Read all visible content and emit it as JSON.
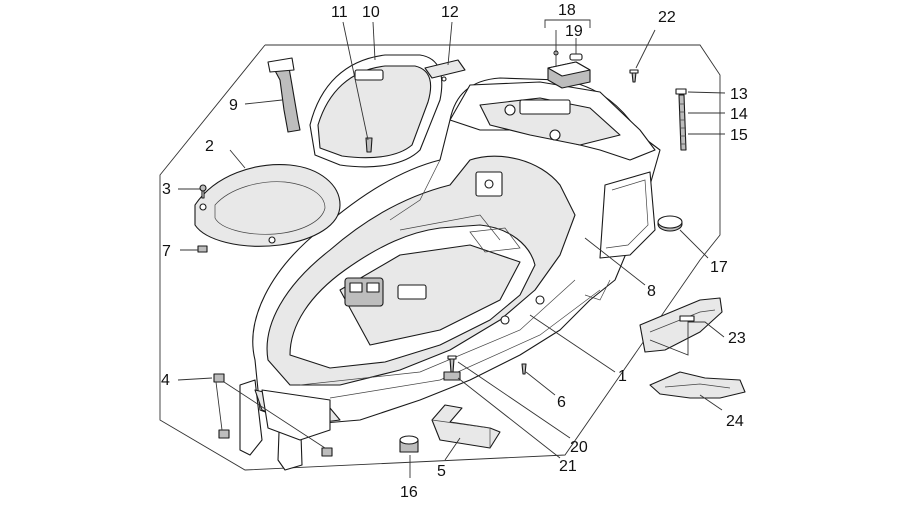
{
  "diagram": {
    "callouts": [
      "1",
      "2",
      "3",
      "4",
      "5",
      "6",
      "7",
      "8",
      "9",
      "10",
      "11",
      "12",
      "13",
      "14",
      "15",
      "16",
      "17",
      "18",
      "19",
      "20",
      "21",
      "22",
      "23",
      "24"
    ]
  },
  "colors": {
    "line": "#1a1a1a",
    "fill": "#ffffff",
    "shade": "#e8e8e8",
    "dark": "#bdbdbd"
  }
}
